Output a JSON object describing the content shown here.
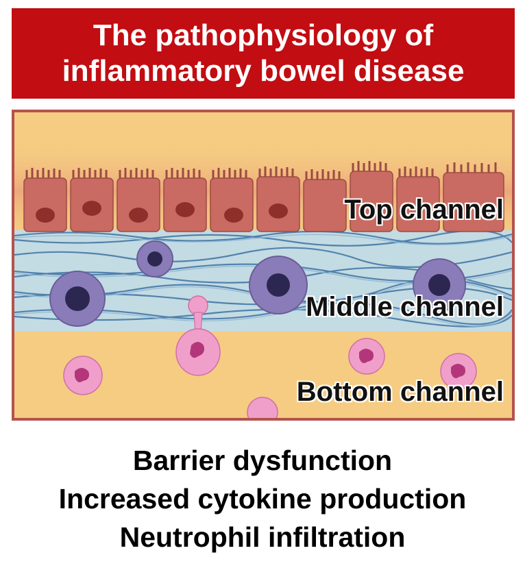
{
  "title": {
    "line1": "The pathophysiology of",
    "line2": "inflammatory bowel disease"
  },
  "diagram": {
    "channels": {
      "top": "Top channel",
      "middle": "Middle channel",
      "bottom": "Bottom channel"
    },
    "colors": {
      "frame_border": "#b4524c",
      "background": "#f5cc82",
      "epithelium": "#c96b62",
      "middle_layer": "#c3dbe3",
      "fibers": "#3f73a4",
      "immune_cell": "#8a7cb8",
      "neutrophil": "#ef9fca"
    }
  },
  "findings": [
    "Barrier dysfunction",
    "Increased cytokine production",
    "Neutrophil infiltration"
  ],
  "theme": {
    "banner_color": "#c20d12",
    "banner_text_color": "#ffffff"
  }
}
